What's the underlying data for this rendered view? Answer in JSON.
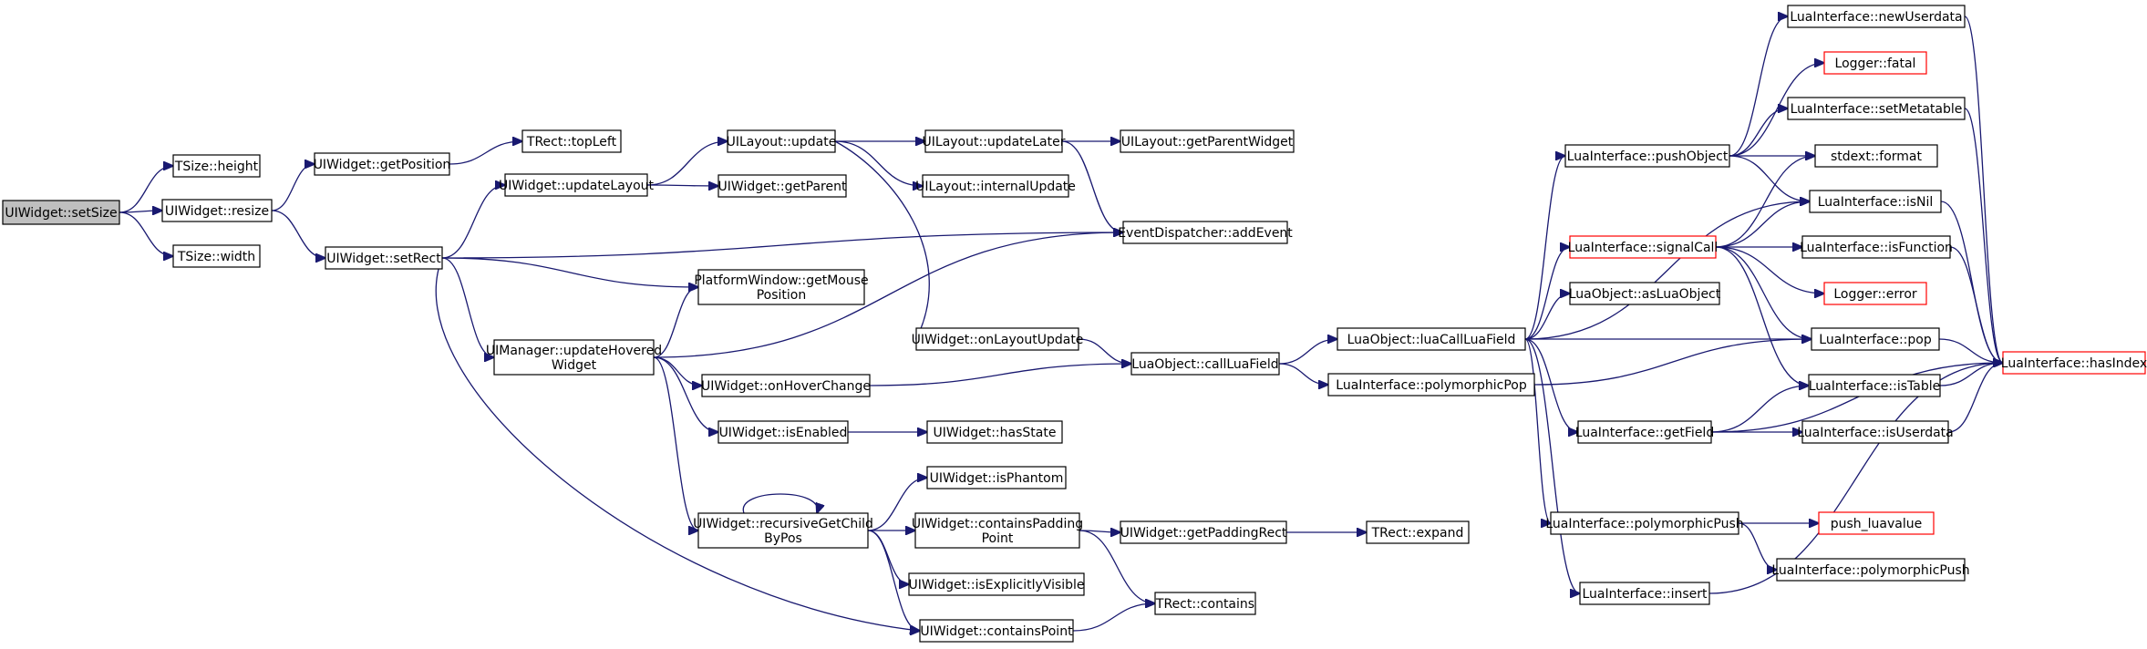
{
  "diagram": {
    "colors": {
      "edge": "#191970",
      "border": "#000000",
      "truncated_border": "#ff0000",
      "root_fill": "#bfbfbf",
      "node_fill": "#ffffff"
    },
    "nodes": [
      {
        "id": "setSize",
        "lines": [
          "UIWidget::setSize"
        ],
        "style": "root"
      },
      {
        "id": "height",
        "lines": [
          "TSize::height"
        ],
        "style": "normal"
      },
      {
        "id": "resize",
        "lines": [
          "UIWidget::resize"
        ],
        "style": "normal"
      },
      {
        "id": "width",
        "lines": [
          "TSize::width"
        ],
        "style": "normal"
      },
      {
        "id": "getPosition",
        "lines": [
          "UIWidget::getPosition"
        ],
        "style": "normal"
      },
      {
        "id": "setRect",
        "lines": [
          "UIWidget::setRect"
        ],
        "style": "normal"
      },
      {
        "id": "topLeft",
        "lines": [
          "TRect::topLeft"
        ],
        "style": "normal"
      },
      {
        "id": "updateLayout",
        "lines": [
          "UIWidget::updateLayout"
        ],
        "style": "normal"
      },
      {
        "id": "getMousePos",
        "lines": [
          "PlatformWindow::getMouse",
          "Position"
        ],
        "style": "normal"
      },
      {
        "id": "updateHovered",
        "lines": [
          "UIManager::updateHovered",
          "Widget"
        ],
        "style": "normal"
      },
      {
        "id": "layoutUpdate",
        "lines": [
          "UILayout::update"
        ],
        "style": "normal"
      },
      {
        "id": "getParent",
        "lines": [
          "UIWidget::getParent"
        ],
        "style": "normal"
      },
      {
        "id": "onHoverChange",
        "lines": [
          "UIWidget::onHoverChange"
        ],
        "style": "normal"
      },
      {
        "id": "isEnabled",
        "lines": [
          "UIWidget::isEnabled"
        ],
        "style": "normal"
      },
      {
        "id": "recursiveGetChild",
        "lines": [
          "UIWidget::recursiveGetChild",
          "ByPos"
        ],
        "style": "normal"
      },
      {
        "id": "updateLater",
        "lines": [
          "UILayout::updateLater"
        ],
        "style": "normal"
      },
      {
        "id": "internalUpdate",
        "lines": [
          "UILayout::internalUpdate"
        ],
        "style": "normal"
      },
      {
        "id": "onLayoutUpdate",
        "lines": [
          "UIWidget::onLayoutUpdate"
        ],
        "style": "normal"
      },
      {
        "id": "hasState",
        "lines": [
          "UIWidget::hasState"
        ],
        "style": "normal"
      },
      {
        "id": "isPhantom",
        "lines": [
          "UIWidget::isPhantom"
        ],
        "style": "normal"
      },
      {
        "id": "containsPadding",
        "lines": [
          "UIWidget::containsPadding",
          "Point"
        ],
        "style": "normal"
      },
      {
        "id": "isExplicitlyVisible",
        "lines": [
          "UIWidget::isExplicitlyVisible"
        ],
        "style": "normal"
      },
      {
        "id": "containsPoint",
        "lines": [
          "UIWidget::containsPoint"
        ],
        "style": "normal"
      },
      {
        "id": "getParentWidget",
        "lines": [
          "UILayout::getParentWidget"
        ],
        "style": "normal"
      },
      {
        "id": "addEvent",
        "lines": [
          "EventDispatcher::addEvent"
        ],
        "style": "normal"
      },
      {
        "id": "callLuaField",
        "lines": [
          "LuaObject::callLuaField"
        ],
        "style": "normal"
      },
      {
        "id": "getPaddingRect",
        "lines": [
          "UIWidget::getPaddingRect"
        ],
        "style": "normal"
      },
      {
        "id": "rectContains",
        "lines": [
          "TRect::contains"
        ],
        "style": "normal"
      },
      {
        "id": "luaCallLuaField",
        "lines": [
          "LuaObject::luaCallLuaField"
        ],
        "style": "normal"
      },
      {
        "id": "polymorphicPop",
        "lines": [
          "LuaInterface::polymorphicPop"
        ],
        "style": "normal"
      },
      {
        "id": "expand",
        "lines": [
          "TRect::expand"
        ],
        "style": "normal"
      },
      {
        "id": "pushObject",
        "lines": [
          "LuaInterface::pushObject"
        ],
        "style": "normal"
      },
      {
        "id": "signalCall",
        "lines": [
          "LuaInterface::signalCall"
        ],
        "style": "truncated"
      },
      {
        "id": "asLuaObject",
        "lines": [
          "LuaObject::asLuaObject"
        ],
        "style": "normal"
      },
      {
        "id": "getField",
        "lines": [
          "LuaInterface::getField"
        ],
        "style": "normal"
      },
      {
        "id": "polymorphicPush",
        "lines": [
          "LuaInterface::polymorphicPush"
        ],
        "style": "normal"
      },
      {
        "id": "insert",
        "lines": [
          "LuaInterface::insert"
        ],
        "style": "normal"
      },
      {
        "id": "newUserdata",
        "lines": [
          "LuaInterface::newUserdata"
        ],
        "style": "normal"
      },
      {
        "id": "fatal",
        "lines": [
          "Logger::fatal"
        ],
        "style": "truncated"
      },
      {
        "id": "setMetatable",
        "lines": [
          "LuaInterface::setMetatable"
        ],
        "style": "normal"
      },
      {
        "id": "format",
        "lines": [
          "stdext::format"
        ],
        "style": "normal"
      },
      {
        "id": "isNil",
        "lines": [
          "LuaInterface::isNil"
        ],
        "style": "normal"
      },
      {
        "id": "isFunction",
        "lines": [
          "LuaInterface::isFunction"
        ],
        "style": "normal"
      },
      {
        "id": "error",
        "lines": [
          "Logger::error"
        ],
        "style": "truncated"
      },
      {
        "id": "pop",
        "lines": [
          "LuaInterface::pop"
        ],
        "style": "normal"
      },
      {
        "id": "isTable",
        "lines": [
          "LuaInterface::isTable"
        ],
        "style": "normal"
      },
      {
        "id": "isUserdata",
        "lines": [
          "LuaInterface::isUserdata"
        ],
        "style": "normal"
      },
      {
        "id": "push_luavalue",
        "lines": [
          "push_luavalue"
        ],
        "style": "truncated"
      },
      {
        "id": "polymorphicPush2",
        "lines": [
          "LuaInterface::polymorphicPush"
        ],
        "style": "normal"
      },
      {
        "id": "hasIndex",
        "lines": [
          "LuaInterface::hasIndex"
        ],
        "style": "truncated"
      }
    ]
  }
}
